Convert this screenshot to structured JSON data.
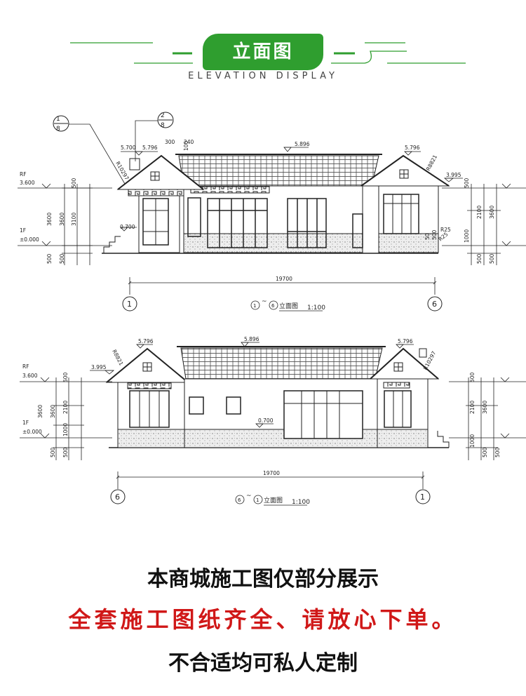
{
  "header": {
    "title": "立面图",
    "subtitle": "ELEVATION DISPLAY",
    "accent_color": "#2f9e2f"
  },
  "elevation1": {
    "axis_left": "1",
    "axis_left_sub": "8",
    "axis_right": "2",
    "axis_right_sub": "8",
    "dim_300": "300",
    "dim_240": "240",
    "dim_100": "100",
    "el_5700": "5.700",
    "el_5796_left": "5.796",
    "el_5896": "5.896",
    "el_5796_right": "5.796",
    "el_3995": "3.995",
    "r_left": "R10297",
    "r_right": "R8821",
    "rf": "RF",
    "rf_el": "3.600",
    "f1": "1F",
    "f1_el": "±0.000",
    "el_0700": "0.700",
    "r25a": "R25",
    "r25b": "R25",
    "l_500a": "500",
    "l_3600a": "3600",
    "l_3600b": "3600",
    "l_3100": "3100",
    "l_500b": "500",
    "l_500c": "500",
    "r_500a": "500",
    "r_2100": "2100",
    "r_3600": "3600",
    "r_1000": "1000",
    "r_500b": "500",
    "r_500c": "500",
    "r_50": "50",
    "r_500d": "500",
    "total": "19700",
    "grid_left": "1",
    "grid_right": "6",
    "caption_a": "1",
    "caption_tilde": "~",
    "caption_b": "6",
    "caption_text": "立面图",
    "caption_scale": "1:100"
  },
  "elevation2": {
    "el_5796_left": "5.796",
    "el_5896": "5.896",
    "el_5796_right": "5.796",
    "el_3995": "3.995",
    "r_left": "R8821",
    "r_right": "R10297",
    "rf": "RF",
    "rf_el": "3.600",
    "f1": "1F",
    "f1_el": "±0.000",
    "el_0700": "0.700",
    "l_500a": "500",
    "l_3600a": "3600",
    "l_3600b": "3600",
    "l_2100": "2100",
    "l_1000": "1000",
    "l_500b": "500",
    "l_500c": "500",
    "r_500a": "500",
    "r_2100": "2100",
    "r_3600": "3600",
    "r_1000": "1000",
    "r_500b": "500",
    "r_500c": "500",
    "total": "19700",
    "grid_left": "6",
    "grid_right": "1",
    "caption_a": "6",
    "caption_tilde": "~",
    "caption_b": "1",
    "caption_text": "立面图",
    "caption_scale": "1:100"
  },
  "footer": {
    "line1": "本商城施工图仅部分展示",
    "line2": "全套施工图纸齐全、请放心下单。",
    "line3": "不合适均可私人定制",
    "line2_color": "#d01818"
  }
}
